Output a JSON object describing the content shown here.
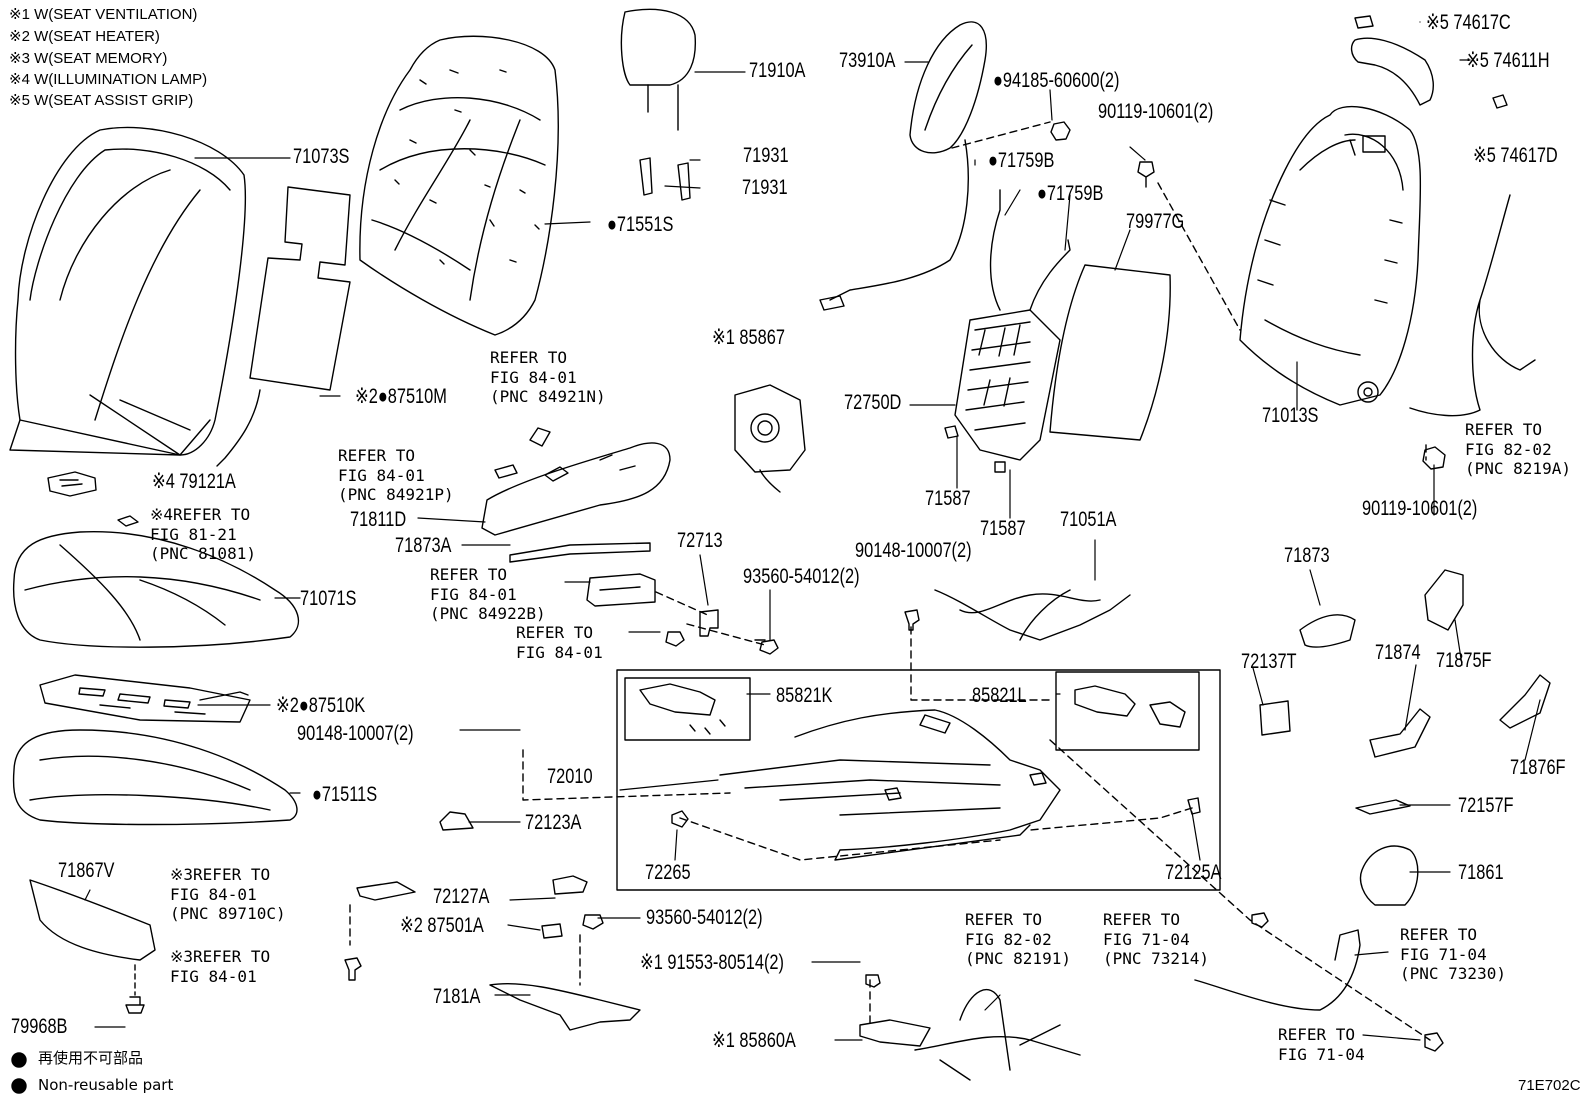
{
  "notes": [
    "※1 W(SEAT VENTILATION)",
    "※2 W(SEAT HEATER)",
    "※3 W(SEAT MEMORY)",
    "※4 W(ILLUMINATION LAMP)",
    "※5 W(SEAT ASSIST GRIP)"
  ],
  "parts": {
    "p71073S": "71073S",
    "p71910A": "71910A",
    "p73910A": "73910A",
    "p94185": "●94185-60600(2)",
    "p74617C": "※5 74617C",
    "p74611H": "※5 74611H",
    "p90119a": "90119-10601(2)",
    "p71931a": "71931",
    "p71931b": "71931",
    "p71759Ba": "●71759B",
    "p71759Bb": "●71759B",
    "p74617D": "※5 74617D",
    "p71551S": "●71551S",
    "p79977G": "79977G",
    "p85867": "※1 85867",
    "p72750D": "72750D",
    "p71013S": "71013S",
    "p87510M": "※2●87510M",
    "p79121A": "※4 79121A",
    "p71811D": "71811D",
    "p71587a": "71587",
    "p71587b": "71587",
    "p90119b": "90119-10601(2)",
    "p71051A": "71051A",
    "p71873A": "71873A",
    "p72713": "72713",
    "p90148a": "90148-10007(2)",
    "p93560a": "93560-54012(2)",
    "p71873": "71873",
    "p71071S": "71071S",
    "p72137T": "72137T",
    "p71874": "71874",
    "p71875F": "71875F",
    "p85821K": "85821K",
    "p85821L": "85821L",
    "p87510K": "※2●87510K",
    "p90148b": "90148-10007(2)",
    "p71876F": "71876F",
    "p72010": "72010",
    "p71511S": "●71511S",
    "p72157F": "72157F",
    "p72123A": "72123A",
    "p72265": "72265",
    "p72125A": "72125A",
    "p71861": "71861",
    "p71867V": "71867V",
    "p72127A": "72127A",
    "p93560b": "93560-54012(2)",
    "p87501A": "※2 87501A",
    "p91553": "※1 91553-80514(2)",
    "p7181A": "7181A",
    "p79968B": "79968B",
    "p85860A": "※1 85860A"
  },
  "refs": {
    "r84921N": "REFER TO\nFIG 84-01\n(PNC 84921N)",
    "r84921P": "REFER TO\nFIG 84-01\n(PNC 84921P)",
    "r81081": "※4REFER TO\nFIG 81-21\n(PNC 81081)",
    "r84922B": "REFER TO\nFIG 84-01\n(PNC 84922B)",
    "r8401a": "REFER TO\nFIG 84-01",
    "r8219A": "REFER TO\nFIG 82-02\n(PNC 8219A)",
    "r89710C": "※3REFER TO\nFIG 84-01\n(PNC 89710C)",
    "r8401b": "※3REFER TO\nFIG 84-01",
    "r82191": "REFER TO\nFIG 82-02\n(PNC 82191)",
    "r73214": "REFER TO\nFIG 71-04\n(PNC 73214)",
    "r73230": "REFER TO\nFIG 71-04\n(PNC 73230)",
    "r7104": "REFER TO\nFIG 71-04"
  },
  "legend": {
    "jp": "再使用不可部品",
    "en": "Non-reusable part"
  },
  "diagram_code": "71E702C"
}
